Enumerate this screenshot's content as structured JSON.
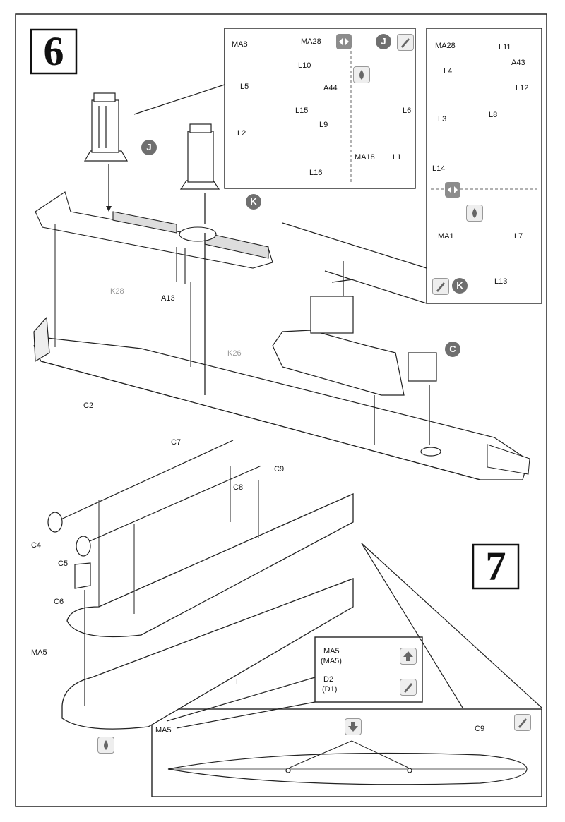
{
  "steps": {
    "six": "6",
    "seven": "7"
  },
  "callout_letters": {
    "j": "J",
    "k": "K",
    "c": "C"
  },
  "labels": {
    "ma8": "MA8",
    "ma28": "MA28",
    "l10": "L10",
    "l5": "L5",
    "a44": "A44",
    "l15": "L15",
    "l9": "L9",
    "l2": "L2",
    "l16": "L16",
    "l6": "L6",
    "ma18": "MA18",
    "l1": "L1",
    "ma28b": "MA28",
    "l11": "L11",
    "l4": "L4",
    "a43": "A43",
    "l12": "L12",
    "l8": "L8",
    "l3": "L3",
    "l14": "L14",
    "ma1": "MA1",
    "l7": "L7",
    "l13": "L13",
    "k28": "K28",
    "a13": "A13",
    "k26": "K26",
    "c2": "C2",
    "c7": "C7",
    "c9": "C9",
    "c8": "C8",
    "c4": "C4",
    "c5": "C5",
    "c6": "C6",
    "ma5": "MA5",
    "l": "L",
    "ma5b": "MA5",
    "ma5c": "MA5",
    "ma5d": "(MA5)",
    "d2": "D2",
    "d1": "(D1)",
    "c9b": "C9"
  },
  "icons": {
    "paint": "paint-brush-icon",
    "glue": "glue-drop-icon",
    "option": "option-arrows-icon",
    "up": "up-arrow-icon",
    "down": "down-arrow-icon"
  }
}
